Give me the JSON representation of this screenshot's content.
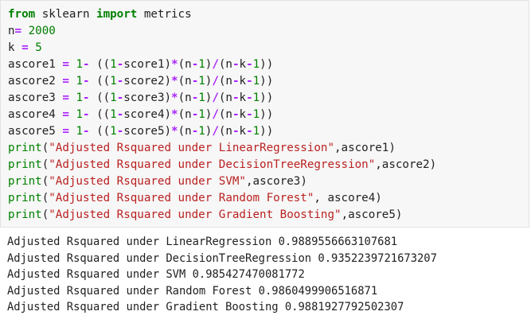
{
  "code": {
    "lines": [
      [
        {
          "t": "kw",
          "v": "from"
        },
        {
          "t": "plain",
          "v": " sklearn "
        },
        {
          "t": "kw",
          "v": "import"
        },
        {
          "t": "plain",
          "v": " metrics"
        }
      ],
      [
        {
          "t": "plain",
          "v": "n"
        },
        {
          "t": "op",
          "v": "="
        },
        {
          "t": "plain",
          "v": " "
        },
        {
          "t": "num",
          "v": "2000"
        }
      ],
      [
        {
          "t": "plain",
          "v": "k "
        },
        {
          "t": "op",
          "v": "="
        },
        {
          "t": "plain",
          "v": " "
        },
        {
          "t": "num",
          "v": "5"
        }
      ],
      [
        {
          "t": "plain",
          "v": "ascore1 "
        },
        {
          "t": "op",
          "v": "="
        },
        {
          "t": "plain",
          "v": " "
        },
        {
          "t": "num",
          "v": "1"
        },
        {
          "t": "op",
          "v": "-"
        },
        {
          "t": "plain",
          "v": " (("
        },
        {
          "t": "num",
          "v": "1"
        },
        {
          "t": "op",
          "v": "-"
        },
        {
          "t": "plain",
          "v": "score1)"
        },
        {
          "t": "op",
          "v": "*"
        },
        {
          "t": "plain",
          "v": "(n"
        },
        {
          "t": "op",
          "v": "-"
        },
        {
          "t": "num",
          "v": "1"
        },
        {
          "t": "plain",
          "v": ")"
        },
        {
          "t": "op",
          "v": "/"
        },
        {
          "t": "plain",
          "v": "(n"
        },
        {
          "t": "op",
          "v": "-"
        },
        {
          "t": "plain",
          "v": "k"
        },
        {
          "t": "op",
          "v": "-"
        },
        {
          "t": "num",
          "v": "1"
        },
        {
          "t": "plain",
          "v": "))"
        }
      ],
      [
        {
          "t": "plain",
          "v": "ascore2 "
        },
        {
          "t": "op",
          "v": "="
        },
        {
          "t": "plain",
          "v": " "
        },
        {
          "t": "num",
          "v": "1"
        },
        {
          "t": "op",
          "v": "-"
        },
        {
          "t": "plain",
          "v": " (("
        },
        {
          "t": "num",
          "v": "1"
        },
        {
          "t": "op",
          "v": "-"
        },
        {
          "t": "plain",
          "v": "score2)"
        },
        {
          "t": "op",
          "v": "*"
        },
        {
          "t": "plain",
          "v": "(n"
        },
        {
          "t": "op",
          "v": "-"
        },
        {
          "t": "num",
          "v": "1"
        },
        {
          "t": "plain",
          "v": ")"
        },
        {
          "t": "op",
          "v": "/"
        },
        {
          "t": "plain",
          "v": "(n"
        },
        {
          "t": "op",
          "v": "-"
        },
        {
          "t": "plain",
          "v": "k"
        },
        {
          "t": "op",
          "v": "-"
        },
        {
          "t": "num",
          "v": "1"
        },
        {
          "t": "plain",
          "v": "))"
        }
      ],
      [
        {
          "t": "plain",
          "v": "ascore3 "
        },
        {
          "t": "op",
          "v": "="
        },
        {
          "t": "plain",
          "v": " "
        },
        {
          "t": "num",
          "v": "1"
        },
        {
          "t": "op",
          "v": "-"
        },
        {
          "t": "plain",
          "v": " (("
        },
        {
          "t": "num",
          "v": "1"
        },
        {
          "t": "op",
          "v": "-"
        },
        {
          "t": "plain",
          "v": "score3)"
        },
        {
          "t": "op",
          "v": "*"
        },
        {
          "t": "plain",
          "v": "(n"
        },
        {
          "t": "op",
          "v": "-"
        },
        {
          "t": "num",
          "v": "1"
        },
        {
          "t": "plain",
          "v": ")"
        },
        {
          "t": "op",
          "v": "/"
        },
        {
          "t": "plain",
          "v": "(n"
        },
        {
          "t": "op",
          "v": "-"
        },
        {
          "t": "plain",
          "v": "k"
        },
        {
          "t": "op",
          "v": "-"
        },
        {
          "t": "num",
          "v": "1"
        },
        {
          "t": "plain",
          "v": "))"
        }
      ],
      [
        {
          "t": "plain",
          "v": "ascore4 "
        },
        {
          "t": "op",
          "v": "="
        },
        {
          "t": "plain",
          "v": " "
        },
        {
          "t": "num",
          "v": "1"
        },
        {
          "t": "op",
          "v": "-"
        },
        {
          "t": "plain",
          "v": " (("
        },
        {
          "t": "num",
          "v": "1"
        },
        {
          "t": "op",
          "v": "-"
        },
        {
          "t": "plain",
          "v": "score4)"
        },
        {
          "t": "op",
          "v": "*"
        },
        {
          "t": "plain",
          "v": "(n"
        },
        {
          "t": "op",
          "v": "-"
        },
        {
          "t": "num",
          "v": "1"
        },
        {
          "t": "plain",
          "v": ")"
        },
        {
          "t": "op",
          "v": "/"
        },
        {
          "t": "plain",
          "v": "(n"
        },
        {
          "t": "op",
          "v": "-"
        },
        {
          "t": "plain",
          "v": "k"
        },
        {
          "t": "op",
          "v": "-"
        },
        {
          "t": "num",
          "v": "1"
        },
        {
          "t": "plain",
          "v": "))"
        }
      ],
      [
        {
          "t": "plain",
          "v": "ascore5 "
        },
        {
          "t": "op",
          "v": "="
        },
        {
          "t": "plain",
          "v": " "
        },
        {
          "t": "num",
          "v": "1"
        },
        {
          "t": "op",
          "v": "-"
        },
        {
          "t": "plain",
          "v": " (("
        },
        {
          "t": "num",
          "v": "1"
        },
        {
          "t": "op",
          "v": "-"
        },
        {
          "t": "plain",
          "v": "score5)"
        },
        {
          "t": "op",
          "v": "*"
        },
        {
          "t": "plain",
          "v": "(n"
        },
        {
          "t": "op",
          "v": "-"
        },
        {
          "t": "num",
          "v": "1"
        },
        {
          "t": "plain",
          "v": ")"
        },
        {
          "t": "op",
          "v": "/"
        },
        {
          "t": "plain",
          "v": "(n"
        },
        {
          "t": "op",
          "v": "-"
        },
        {
          "t": "plain",
          "v": "k"
        },
        {
          "t": "op",
          "v": "-"
        },
        {
          "t": "num",
          "v": "1"
        },
        {
          "t": "plain",
          "v": "))"
        }
      ],
      [
        {
          "t": "bi",
          "v": "print"
        },
        {
          "t": "plain",
          "v": "("
        },
        {
          "t": "str",
          "v": "\"Adjusted Rsquared under LinearRegression\""
        },
        {
          "t": "plain",
          "v": ",ascore1)"
        }
      ],
      [
        {
          "t": "bi",
          "v": "print"
        },
        {
          "t": "plain",
          "v": "("
        },
        {
          "t": "str",
          "v": "\"Adjusted Rsquared under DecisionTreeRegression\""
        },
        {
          "t": "plain",
          "v": ",ascore2)"
        }
      ],
      [
        {
          "t": "bi",
          "v": "print"
        },
        {
          "t": "plain",
          "v": "("
        },
        {
          "t": "str",
          "v": "\"Adjusted Rsquared under SVM\""
        },
        {
          "t": "plain",
          "v": ",ascore3)"
        }
      ],
      [
        {
          "t": "bi",
          "v": "print"
        },
        {
          "t": "plain",
          "v": "("
        },
        {
          "t": "str",
          "v": "\"Adjusted Rsquared under Random Forest\""
        },
        {
          "t": "plain",
          "v": ", ascore4)"
        }
      ],
      [
        {
          "t": "bi",
          "v": "print"
        },
        {
          "t": "plain",
          "v": "("
        },
        {
          "t": "str",
          "v": "\"Adjusted Rsquared under Gradient Boosting\""
        },
        {
          "t": "plain",
          "v": ",ascore5)"
        }
      ]
    ]
  },
  "output": {
    "lines": [
      "Adjusted Rsquared under LinearRegression 0.9889556663107681",
      "Adjusted Rsquared under DecisionTreeRegression 0.9352239721673207",
      "Adjusted Rsquared under SVM 0.985427470081772",
      "Adjusted Rsquared under Random Forest 0.9860499906516871",
      "Adjusted Rsquared under Gradient Boosting 0.9881927792502307"
    ]
  },
  "colors": {
    "keyword": "#008000",
    "operator": "#aa22ff",
    "number": "#008000",
    "string": "#ba2121",
    "text": "#212121",
    "input_background": "#f7f7f7"
  }
}
